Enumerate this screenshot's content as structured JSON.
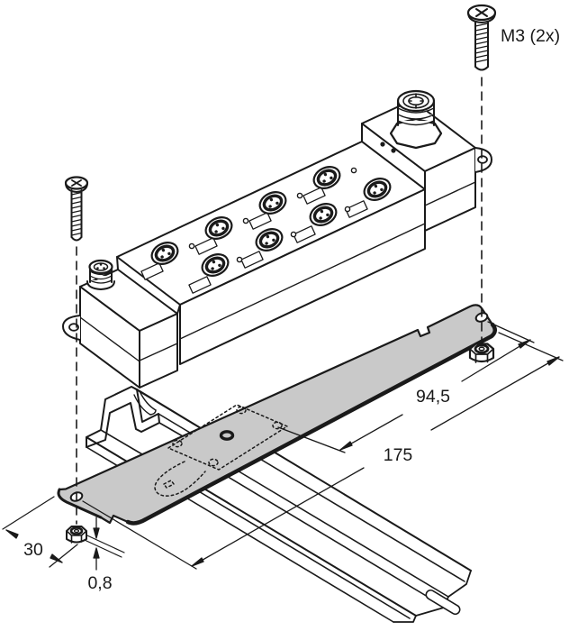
{
  "drawing": {
    "kind": "isometric-mounting-diagram",
    "colors": {
      "line": "#1a1a1a",
      "plate_fill": "#c9c9c9",
      "background": "#ffffff"
    },
    "labels": {
      "screw_spec": "M3 (2x)"
    },
    "dimensions": {
      "hole_spacing": "94,5",
      "plate_length": "175",
      "edge_offset": "30",
      "plate_thickness": "0,8"
    },
    "parts": [
      "m3-screw",
      "io-module",
      "m12-connector",
      "m8-connector",
      "mounting-plate",
      "adapter-outline",
      "din-rail",
      "hex-nut"
    ]
  }
}
